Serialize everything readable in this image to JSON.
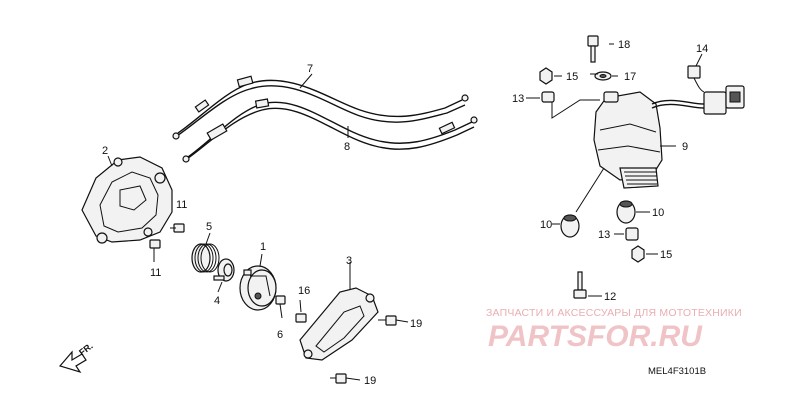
{
  "callouts": [
    {
      "id": "1",
      "label": "1"
    },
    {
      "id": "2",
      "label": "2"
    },
    {
      "id": "3",
      "label": "3"
    },
    {
      "id": "4",
      "label": "4"
    },
    {
      "id": "5",
      "label": "5"
    },
    {
      "id": "6",
      "label": "6"
    },
    {
      "id": "7",
      "label": "7"
    },
    {
      "id": "8",
      "label": "8"
    },
    {
      "id": "9",
      "label": "9"
    },
    {
      "id": "10a",
      "label": "10"
    },
    {
      "id": "10b",
      "label": "10"
    },
    {
      "id": "11a",
      "label": "11"
    },
    {
      "id": "11b",
      "label": "11"
    },
    {
      "id": "12",
      "label": "12"
    },
    {
      "id": "13a",
      "label": "13"
    },
    {
      "id": "13b",
      "label": "13"
    },
    {
      "id": "14",
      "label": "14"
    },
    {
      "id": "15a",
      "label": "15"
    },
    {
      "id": "15b",
      "label": "15"
    },
    {
      "id": "16",
      "label": "16"
    },
    {
      "id": "17",
      "label": "17"
    },
    {
      "id": "18",
      "label": "18"
    },
    {
      "id": "19a",
      "label": "19"
    },
    {
      "id": "19b",
      "label": "19"
    }
  ],
  "direction_label": "FR.",
  "watermark": {
    "caption": "ЗАПЧАСТИ И АКСЕССУАРЫ ДЛЯ МОТОТЕХНИКИ",
    "brand": "PARTSFOR.RU"
  },
  "diagram_code": "MEL4F3101B",
  "colors": {
    "line": "#111111",
    "watermark": "#e9aeb2"
  }
}
